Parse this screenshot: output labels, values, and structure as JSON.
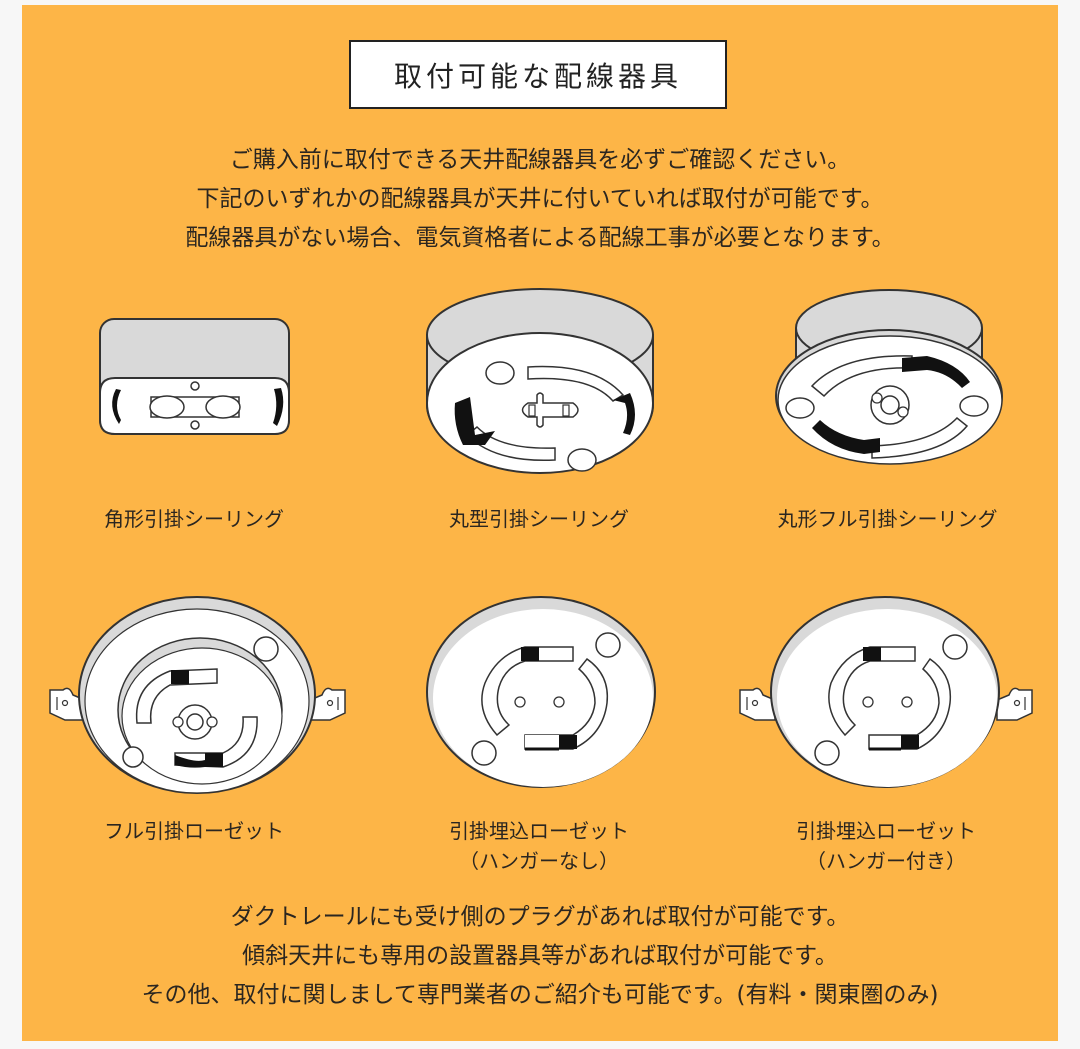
{
  "title": "取付可能な配線器具",
  "intro_lines": [
    "ご購入前に取付できる天井配線器具を必ずご確認ください。",
    "下記のいずれかの配線器具が天井に付いていれば取付が可能です。",
    "配線器具がない場合、電気資格者による配線工事が必要となります。"
  ],
  "fixtures": [
    {
      "name": "角形引掛シーリング",
      "icon": "square-hook-ceiling-icon"
    },
    {
      "name": "丸型引掛シーリング",
      "icon": "round-hook-ceiling-icon"
    },
    {
      "name": "丸形フル引掛シーリング",
      "icon": "round-full-hook-ceiling-icon"
    },
    {
      "name": "フル引掛ローゼット",
      "icon": "full-hook-rosette-icon"
    },
    {
      "name": "引掛埋込ローゼット",
      "sub": "（ハンガーなし）",
      "icon": "recessed-rosette-no-hanger-icon"
    },
    {
      "name": "引掛埋込ローゼット",
      "sub": "（ハンガー付き）",
      "icon": "recessed-rosette-with-hanger-icon"
    }
  ],
  "outro_lines": [
    "ダクトレールにも受け側のプラグがあれば取付が可能です。",
    "傾斜天井にも専用の設置器具等があれば取付が可能です。",
    "その他、取付に関しまして専門業者のご紹介も可能です。(有料・関東圏のみ)"
  ],
  "colors": {
    "background": "#fdb547",
    "page": "#f7f7f7",
    "device_body": "#ffffff",
    "device_side": "#d9d9d9",
    "outline": "#333333",
    "terminal": "#111111"
  }
}
